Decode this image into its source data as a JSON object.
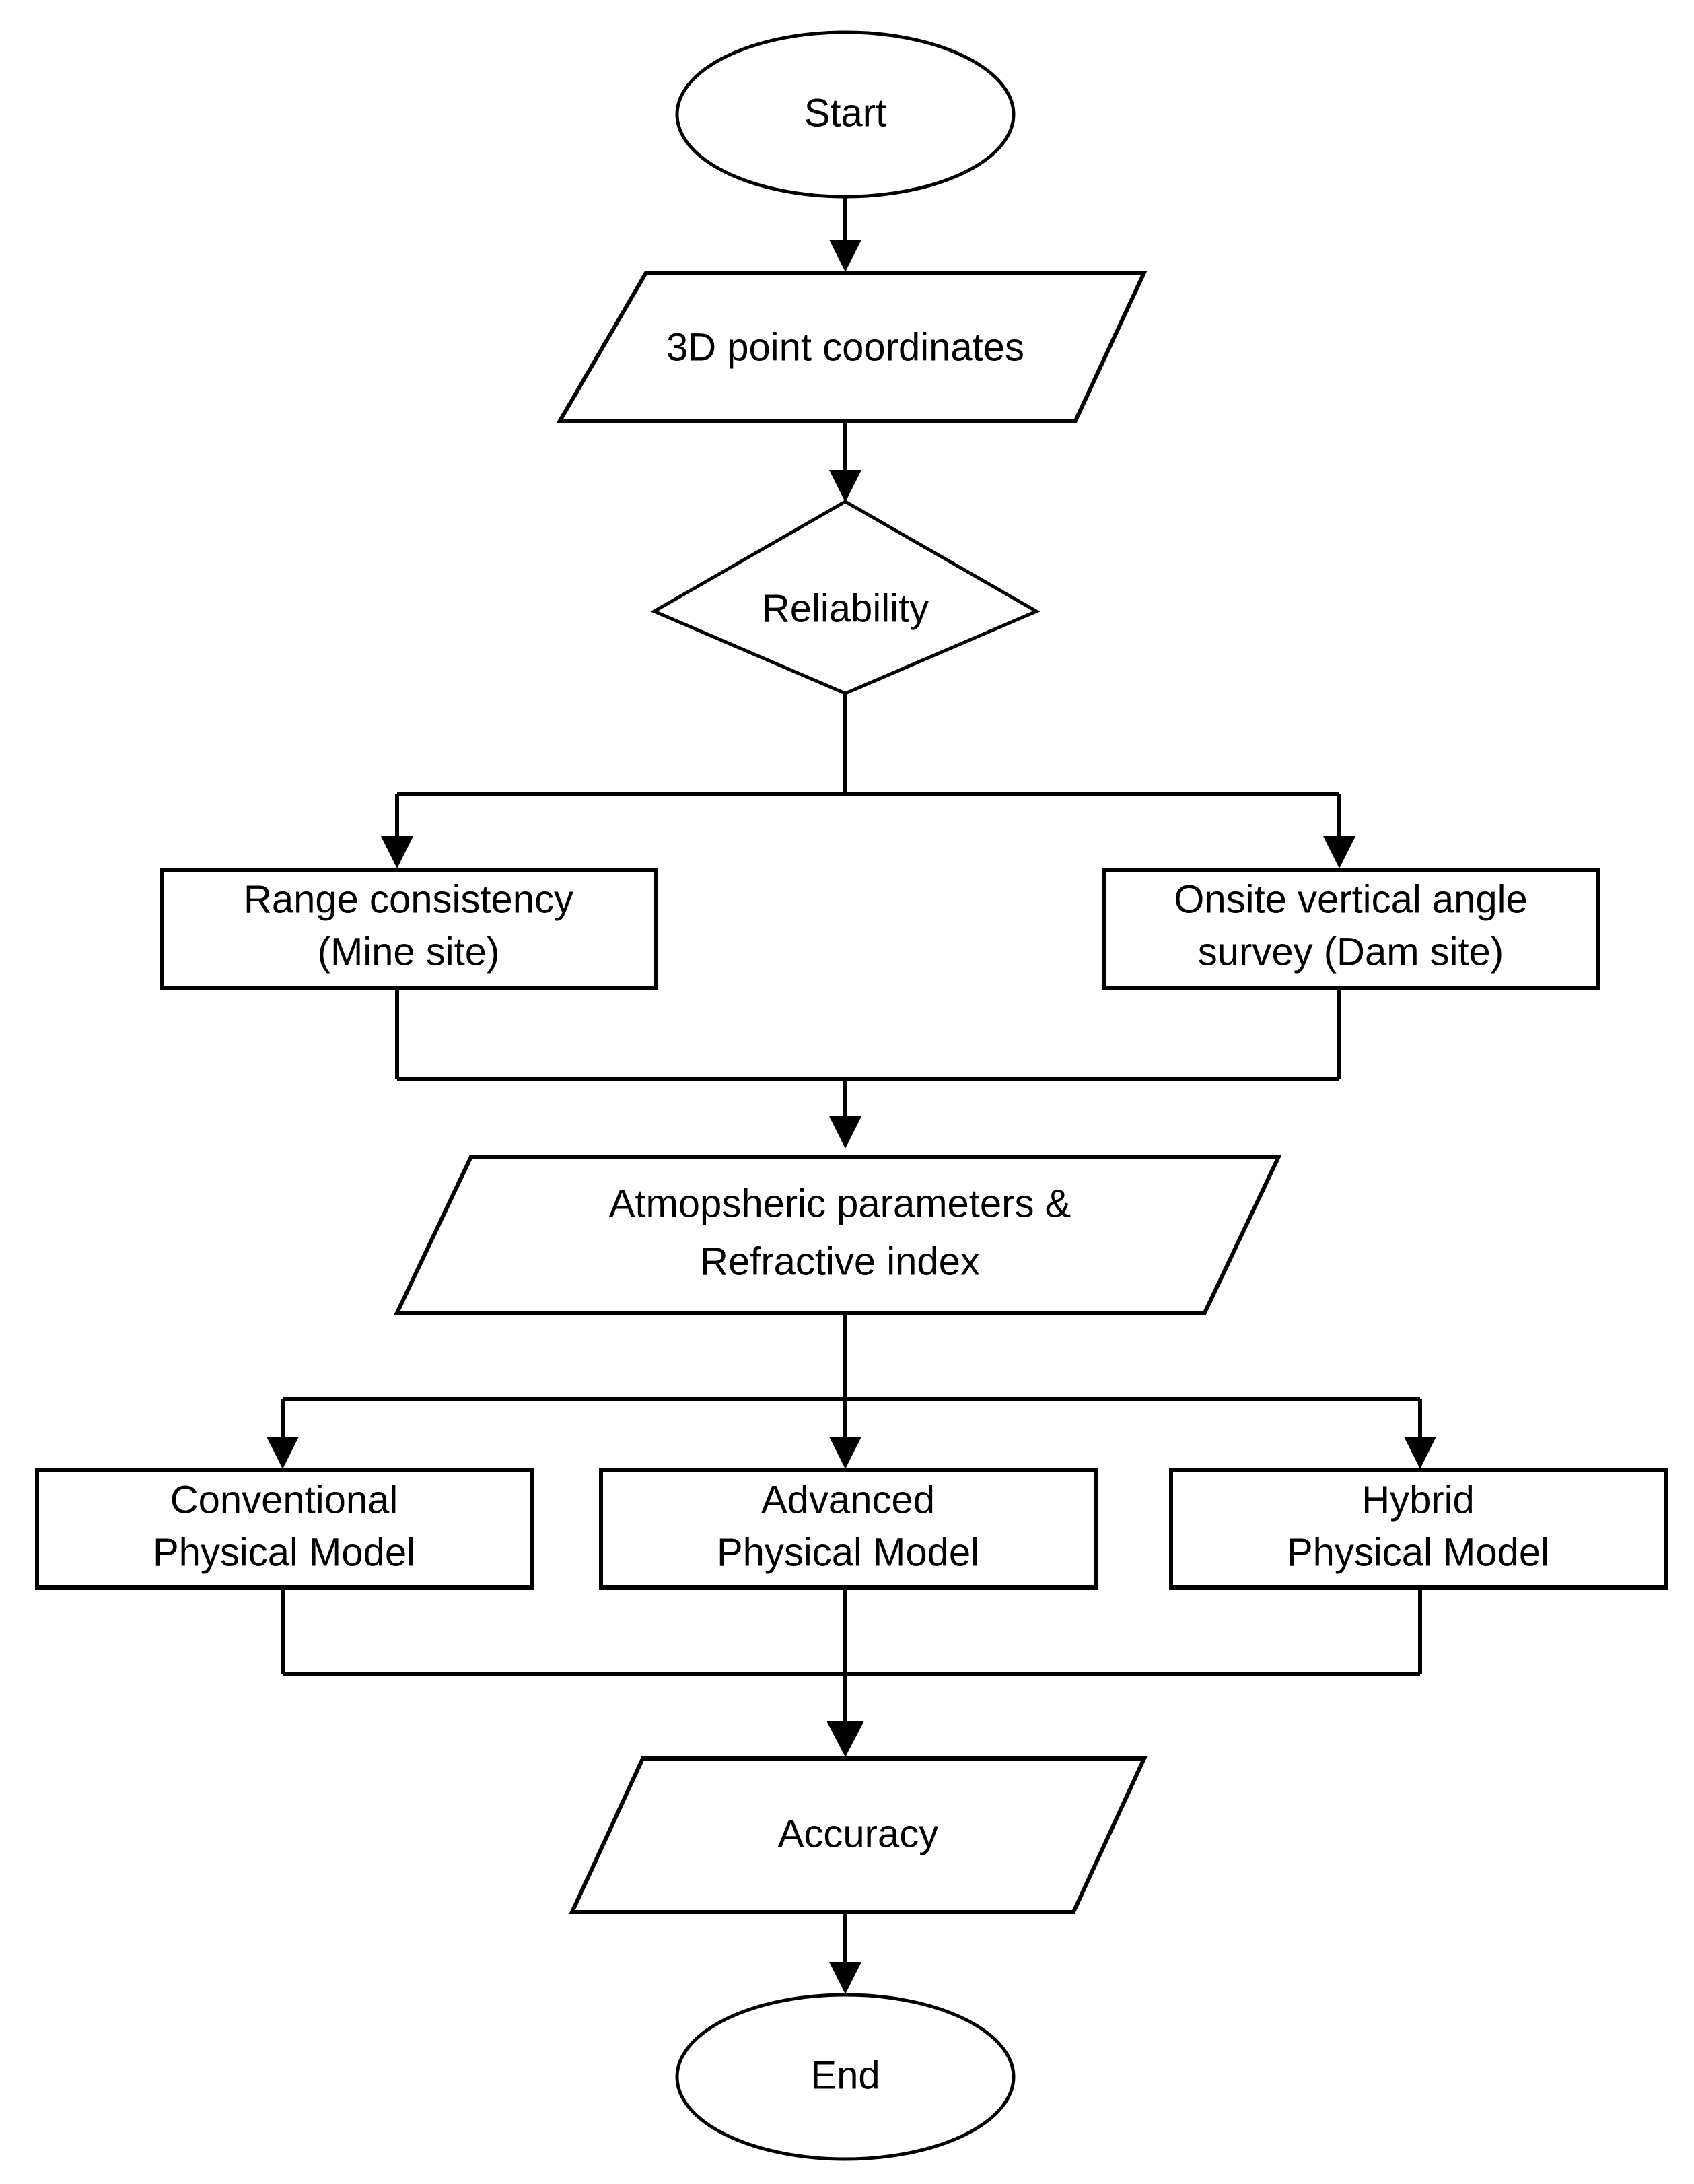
{
  "diagram": {
    "title": "Atmospheric refraction correction workflow flowchart",
    "background_color": "#ffffff",
    "line_color": "#000000",
    "text_color": "#000000",
    "nodes": {
      "start": {
        "label": "Start",
        "shape": "ellipse"
      },
      "input_coordinates": {
        "label": "3D point coordinates",
        "shape": "parallelogram"
      },
      "reliability": {
        "label": "Reliability",
        "shape": "diamond"
      },
      "range_consistency": {
        "line1": "Range consistency",
        "line2": "(Mine site)",
        "shape": "rectangle"
      },
      "onsite_survey": {
        "line1": "Onsite vertical angle",
        "line2": "survey (Dam site)",
        "shape": "rectangle"
      },
      "atmospheric": {
        "line1": "Atmopsheric parameters &",
        "line2": "Refractive index",
        "shape": "parallelogram"
      },
      "conventional_model": {
        "line1": "Conventional",
        "line2": "Physical Model",
        "shape": "rectangle"
      },
      "advanced_model": {
        "line1": "Advanced",
        "line2": "Physical Model",
        "shape": "rectangle"
      },
      "hybrid_model": {
        "line1": "Hybrid",
        "line2": "Physical Model",
        "shape": "rectangle"
      },
      "accuracy": {
        "label": "Accuracy",
        "shape": "parallelogram"
      },
      "end": {
        "label": "End",
        "shape": "ellipse"
      }
    }
  }
}
